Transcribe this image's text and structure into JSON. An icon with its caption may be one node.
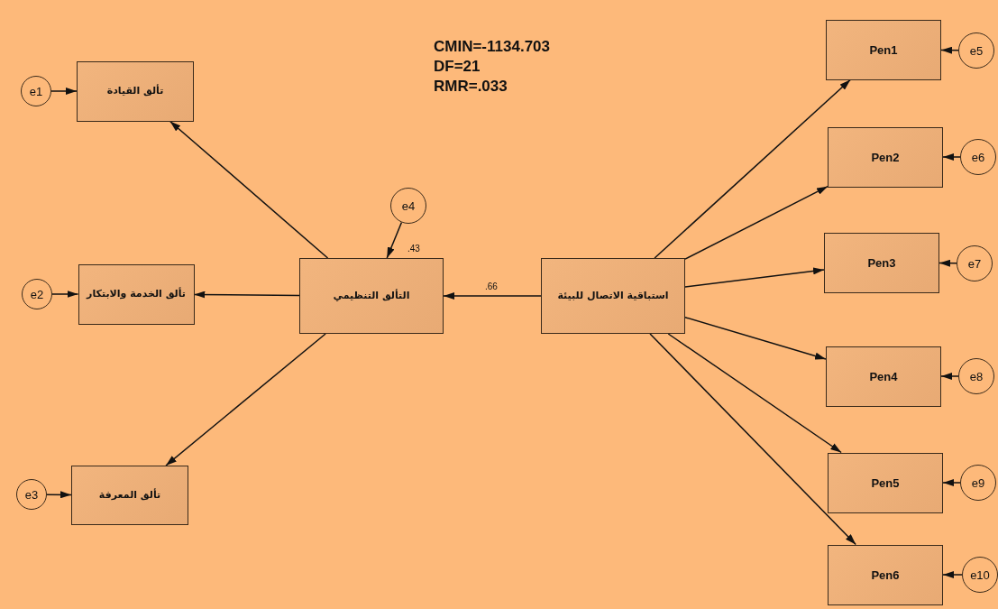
{
  "diagram": {
    "nodes": [
      {
        "text": [
          "تألق القيادة"
        ]
      },
      {
        "text": [
          "تألق الخدمة والابتكار"
        ]
      },
      {
        "text": [
          "تألق المعرفة"
        ]
      },
      {
        "text": [
          "e1"
        ]
      },
      {
        "text": [
          "e2"
        ]
      },
      {
        "text": [
          "e3"
        ]
      },
      {
        "text": [
          "التألق التنظيمي"
        ],
        "beside": [
          ".43"
        ]
      },
      {
        "text": [
          "e4"
        ]
      },
      {
        "text": [
          "استباقية الاتصال للبيئة"
        ]
      },
      {
        "text": [
          "Pen1"
        ]
      },
      {
        "text": [
          "Pen2"
        ]
      },
      {
        "text": [
          "Pen3"
        ]
      },
      {
        "text": [
          "Pen4"
        ]
      },
      {
        "text": [
          "Pen5"
        ]
      },
      {
        "text": [
          "Pen6"
        ]
      },
      {
        "text": [
          "e5"
        ]
      },
      {
        "text": [
          "e6"
        ]
      },
      {
        "text": [
          "e7"
        ]
      },
      {
        "text": [
          "e8"
        ]
      },
      {
        "text": [
          "e9"
        ]
      },
      {
        "text": [
          "e10"
        ]
      }
    ],
    "edges": [
      {
        "from": 3,
        "to": 0,
        "arrow": "to"
      },
      {
        "from": 4,
        "to": 1,
        "arrow": "to"
      },
      {
        "from": 5,
        "to": 2,
        "arrow": "to"
      },
      {
        "from": 6,
        "to": 0,
        "arrow": "to"
      },
      {
        "from": 6,
        "to": 1,
        "arrow": "to"
      },
      {
        "from": 6,
        "to": 2,
        "arrow": "to"
      },
      {
        "from": 7,
        "to": 6,
        "arrow": "to"
      },
      {
        "from": 8,
        "to": 6,
        "arrow": "to",
        "label": ".66"
      },
      {
        "from": 8,
        "to": 9,
        "arrow": "to"
      },
      {
        "from": 8,
        "to": 10,
        "arrow": "to"
      },
      {
        "from": 8,
        "to": 11,
        "arrow": "to"
      },
      {
        "from": 8,
        "to": 12,
        "arrow": "to"
      },
      {
        "from": 8,
        "to": 13,
        "arrow": "to"
      },
      {
        "from": 8,
        "to": 14,
        "arrow": "to"
      },
      {
        "from": 15,
        "to": 9,
        "arrow": "to"
      },
      {
        "from": 16,
        "to": 10,
        "arrow": "to"
      },
      {
        "from": 17,
        "to": 11,
        "arrow": "to"
      },
      {
        "from": 18,
        "to": 12,
        "arrow": "to"
      },
      {
        "from": 19,
        "to": 13,
        "arrow": "to"
      },
      {
        "from": 20,
        "to": 14,
        "arrow": "to"
      }
    ],
    "labels": [
      "CMIN=-1134.703",
      "DF=21",
      "RMR=.033"
    ]
  }
}
